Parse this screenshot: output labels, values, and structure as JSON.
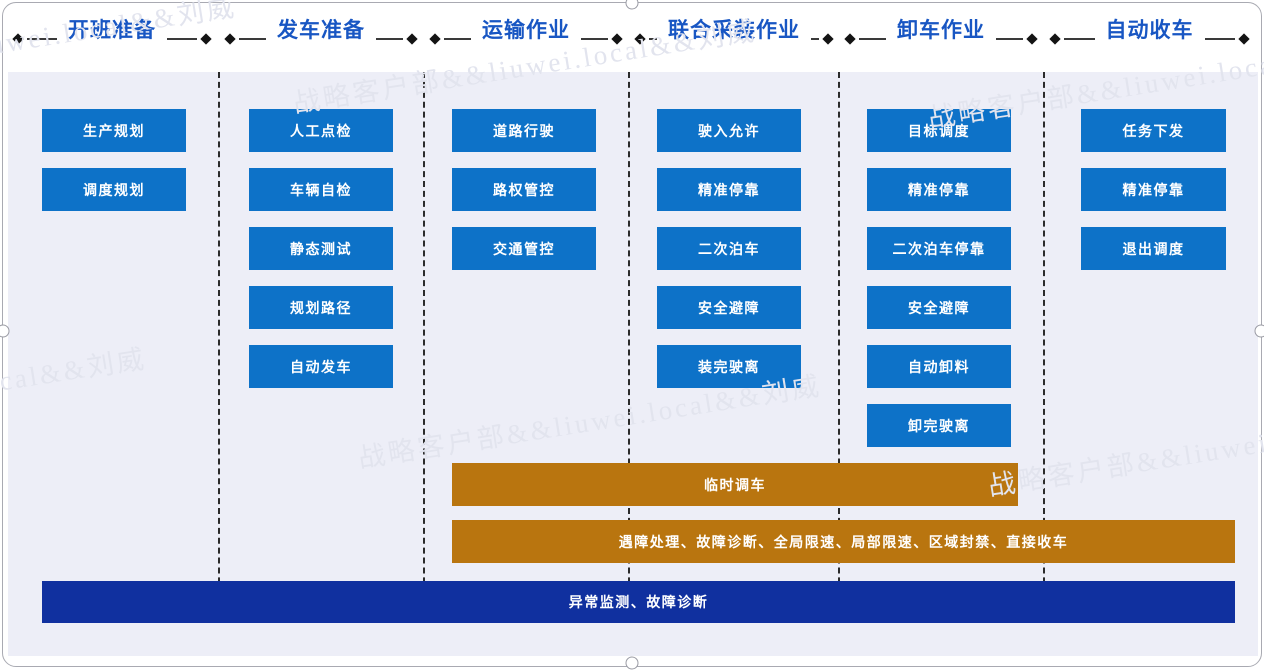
{
  "columns": [
    {
      "header": "开班准备",
      "items": [
        "生产规划",
        "调度规划"
      ]
    },
    {
      "header": "发车准备",
      "items": [
        "人工点检",
        "车辆自检",
        "静态测试",
        "规划路径",
        "自动发车"
      ]
    },
    {
      "header": "运输作业",
      "items": [
        "道路行驶",
        "路权管控",
        "交通管控"
      ]
    },
    {
      "header": "联合采装作业",
      "items": [
        "驶入允许",
        "精准停靠",
        "二次泊车",
        "安全避障",
        "装完驶离"
      ]
    },
    {
      "header": "卸车作业",
      "items": [
        "目标调度",
        "精准停靠",
        "二次泊车停靠",
        "安全避障",
        "自动卸料",
        "卸完驶离"
      ]
    },
    {
      "header": "自动收车",
      "items": [
        "任务下发",
        "精准停靠",
        "退出调度"
      ]
    }
  ],
  "bars": [
    {
      "label": "临时调车"
    },
    {
      "label": "遇障处理、故障诊断、全局限速、局部限速、区域封禁、直接收车"
    },
    {
      "label": "异常监测、故障诊断"
    }
  ],
  "watermark": {
    "text": "战略客户部&&liuwei.local&&刘威"
  },
  "colors": {
    "step_box_blue": "#0d72c8",
    "aux_bar_orange": "#b9750f",
    "monitor_bar_navy": "#10309f",
    "header_text_blue": "#1856c3",
    "panel_background": "#edeef7"
  }
}
